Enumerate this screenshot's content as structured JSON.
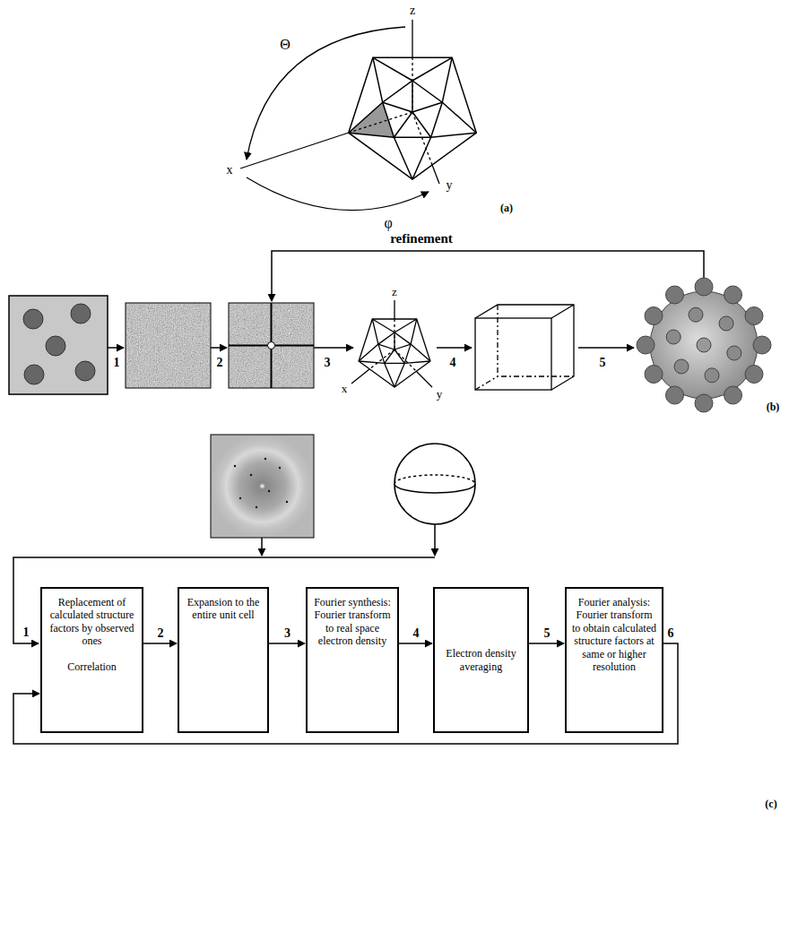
{
  "diagram": {
    "nodes": [
      {
        "text": [
          "Replacement of calculated structure factors by observed ones",
          "Correlation"
        ]
      },
      {
        "text": [
          "Expansion to the entire unit cell"
        ]
      },
      {
        "text": [
          "Fourier synthesis: Fourier transform to real space electron density"
        ]
      },
      {
        "text": [
          "Electron density averaging"
        ]
      },
      {
        "text": [
          "Fourier analysis: Fourier transform to obtain calculated structure factors at same or higher resolution"
        ]
      }
    ],
    "edges": [
      {
        "from": 0,
        "to": 1,
        "arrow": "to",
        "label": "2"
      },
      {
        "from": 1,
        "to": 2,
        "arrow": "to",
        "label": "3"
      },
      {
        "from": 2,
        "to": 3,
        "arrow": "to",
        "label": "4"
      },
      {
        "from": 3,
        "to": 4,
        "arrow": "to",
        "label": "5"
      },
      {
        "from": 4,
        "to": 0,
        "arrow": "to",
        "label": "6"
      }
    ],
    "labels": [
      "z",
      "Θ",
      "x",
      "y",
      "φ",
      "(a)",
      "refinement",
      "1",
      "2",
      "3",
      "z",
      "x",
      "y",
      "4",
      "5",
      "(b)",
      "1",
      "(c)"
    ]
  }
}
